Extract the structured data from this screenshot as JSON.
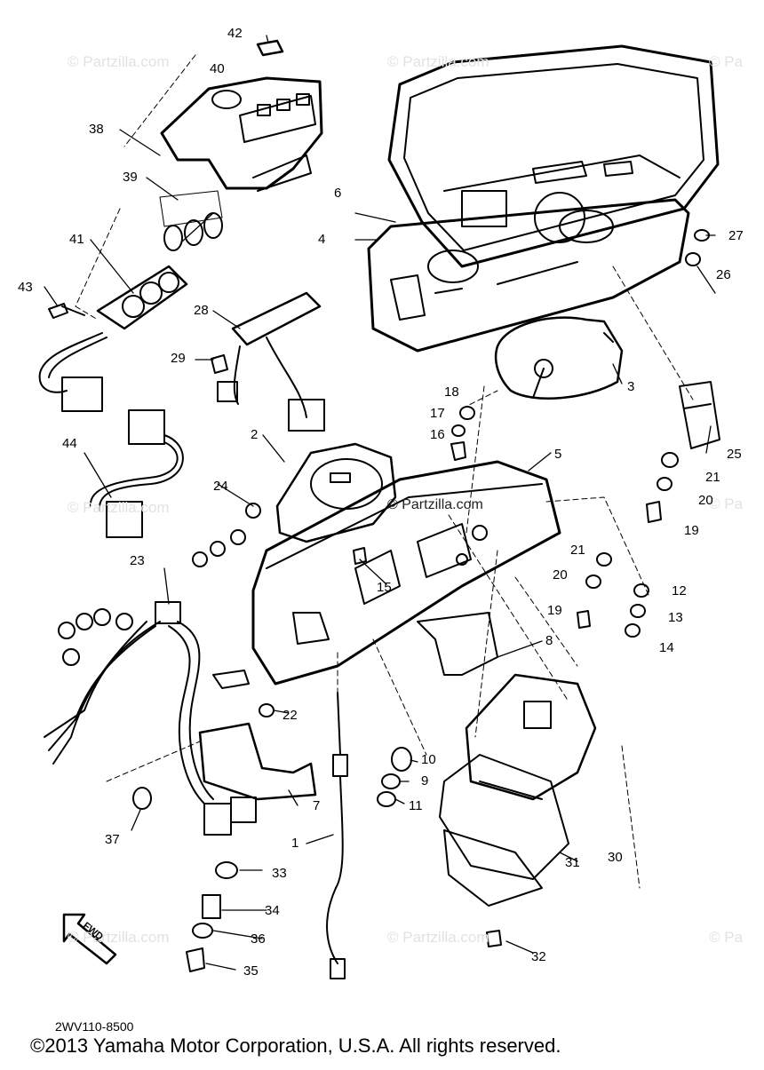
{
  "watermarks": [
    "© Partzilla.com",
    "© Partzilla.com",
    "© Pa",
    "© Partzilla.com",
    "© Pa",
    "© Partzilla.com",
    "© Partzilla.com",
    "© Pa"
  ],
  "center_watermark": "© Partzilla.com",
  "callouts": [
    "1",
    "2",
    "3",
    "4",
    "5",
    "6",
    "7",
    "8",
    "9",
    "10",
    "11",
    "12",
    "13",
    "14",
    "15",
    "16",
    "17",
    "18",
    "19",
    "20",
    "21",
    "22",
    "23",
    "24",
    "25",
    "26",
    "27",
    "28",
    "29",
    "30",
    "31",
    "32",
    "33",
    "34",
    "35",
    "36",
    "37",
    "38",
    "39",
    "40",
    "41",
    "42",
    "43",
    "44",
    "21",
    "20",
    "19"
  ],
  "fwd_label": "FWD",
  "diagram_id": "2WV110-8500",
  "copyright": "©2013 Yamaha Motor Corporation, U.S.A. All rights reserved."
}
